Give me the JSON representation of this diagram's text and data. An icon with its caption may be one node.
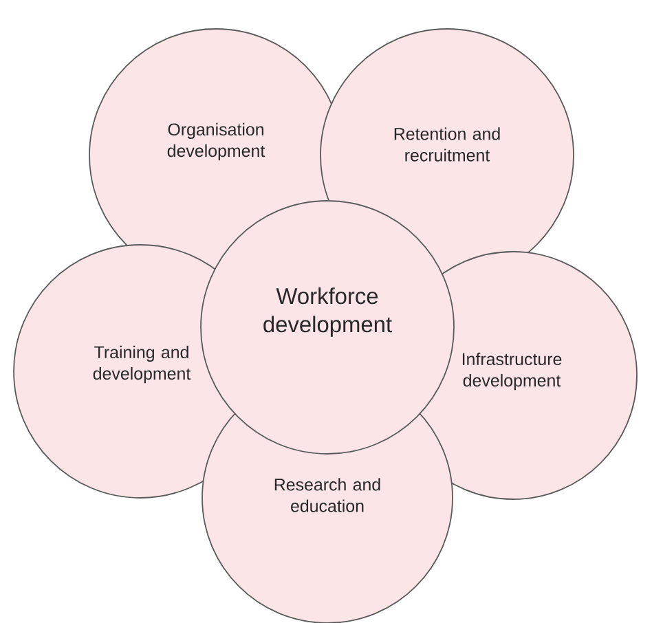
{
  "diagram": {
    "nodes": [
      {
        "text": [
          "Organisation development"
        ]
      },
      {
        "text": [
          "Retention and recruitment"
        ]
      },
      {
        "text": [
          "Workforce development"
        ]
      },
      {
        "text": [
          "Training and development"
        ]
      },
      {
        "text": [
          "Infrastructure development"
        ]
      },
      {
        "text": [
          "Research and education"
        ]
      }
    ]
  }
}
